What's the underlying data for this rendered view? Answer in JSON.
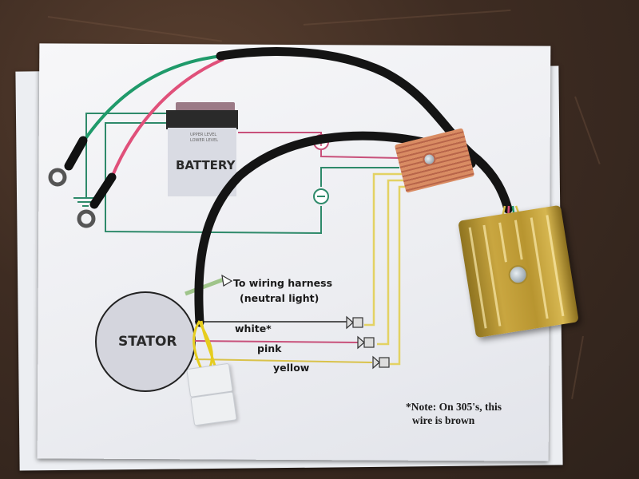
{
  "scene": {
    "description": "Photograph of a printed motorcycle charging-system wiring diagram on paper over a wooden table, with a physical wiring harness, rectifier/regulator and connector laid on top",
    "colors": {
      "table_wood": "#3e2c22",
      "paper": "#f2f3f6",
      "ground_wire_green": "#1f9a6a",
      "positive_wire_pink": "#e0507a",
      "diagram_green_line": "#2e8a6a",
      "diagram_pink_line": "#c8507a",
      "diagram_yellow_line": "#e8d870",
      "harness_sleeve": "#111111",
      "regulator_gold": "#c9a640",
      "regulator_copper_printed": "#d98c63",
      "stator_fill": "#d4d5dd"
    }
  },
  "diagram": {
    "battery": {
      "label": "BATTERY",
      "upper_level": "UPPER LEVEL",
      "lower_level": "LOWER LEVEL"
    },
    "terminals": {
      "positive_symbol": "+",
      "negative_symbol": "−"
    },
    "stator": {
      "label": "STATOR"
    },
    "annotations": {
      "harness_line1": "To wiring harness",
      "harness_line2": "(neutral light)"
    },
    "wires": [
      {
        "label": "white*",
        "color": "#555555"
      },
      {
        "label": "pink",
        "color": "#c8507a"
      },
      {
        "label": "yellow",
        "color": "#d9c24a"
      }
    ],
    "note": {
      "line1": "*Note: On 305's, this",
      "line2": "wire is brown"
    }
  },
  "icons": {
    "ground_symbol": "ground-icon",
    "ring_terminal": "ring-terminal-icon",
    "connector_arrow": "connector-arrow-icon"
  }
}
